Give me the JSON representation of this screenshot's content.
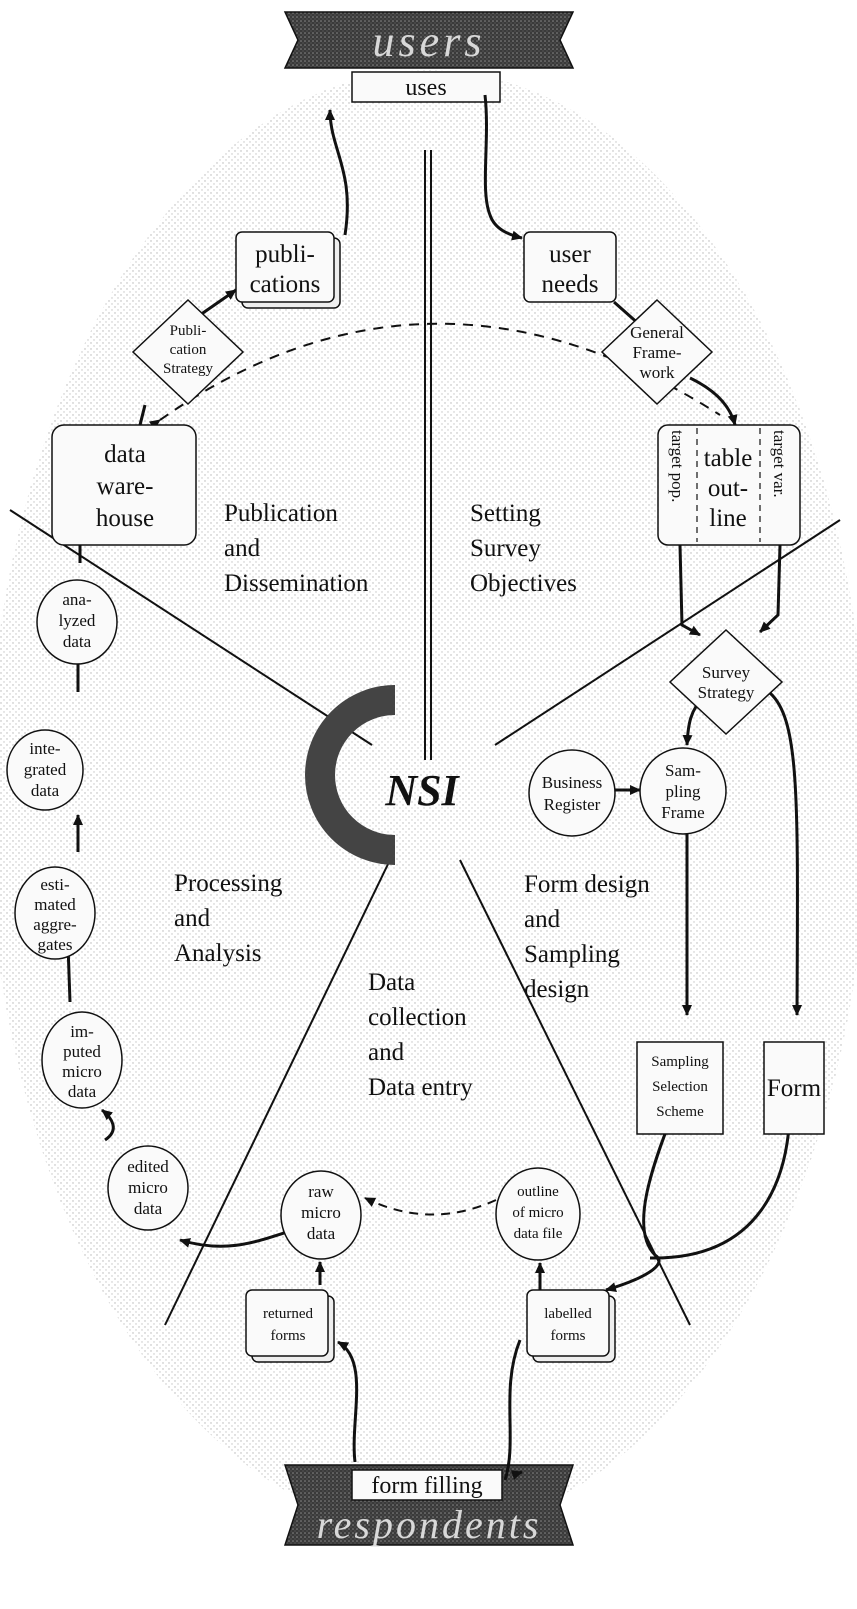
{
  "top_banner": {
    "title": "users",
    "sub": "uses"
  },
  "bottom_banner": {
    "title": "respondents",
    "sub": "form filling"
  },
  "center": {
    "label": "NSI"
  },
  "sections": {
    "publication": [
      "Publication",
      "and",
      "Dissemination"
    ],
    "objectives": [
      "Setting",
      "Survey",
      "Objectives"
    ],
    "processing": [
      "Processing",
      "and",
      "Analysis"
    ],
    "collection": [
      "Data",
      "collection",
      "and",
      "Data entry"
    ],
    "form_design": [
      "Form design",
      "and",
      "Sampling",
      "design"
    ]
  },
  "nodes": {
    "publications": [
      "publi-",
      "cations"
    ],
    "publication_strategy": [
      "Publi-",
      "cation",
      "Strategy"
    ],
    "data_warehouse": [
      "data",
      "ware-",
      "house"
    ],
    "user_needs": [
      "user",
      "needs"
    ],
    "general_framework": [
      "General",
      "Frame-",
      "work"
    ],
    "target_pop": "target pop.",
    "table_outline": [
      "table",
      "out-",
      "line"
    ],
    "target_var": "target var.",
    "survey_strategy": [
      "Survey",
      "Strategy"
    ],
    "business_register": [
      "Business",
      "Register"
    ],
    "sampling_frame": [
      "Sam-",
      "pling",
      "Frame"
    ],
    "sampling_selection_scheme": [
      "Sampling",
      "Selection",
      "Scheme"
    ],
    "form": "Form",
    "analyzed_data": [
      "ana-",
      "lyzed",
      "data"
    ],
    "integrated_data": [
      "inte-",
      "grated",
      "data"
    ],
    "estimated_aggregates": [
      "esti-",
      "mated",
      "aggre-",
      "gates"
    ],
    "imputed_micro_data": [
      "im-",
      "puted",
      "micro",
      "data"
    ],
    "edited_micro_data": [
      "edited",
      "micro",
      "data"
    ],
    "raw_micro_data": [
      "raw",
      "micro",
      "data"
    ],
    "outline_micro_data_file": [
      "outline",
      "of micro",
      "data file"
    ],
    "returned_forms": [
      "returned",
      "forms"
    ],
    "labelled_forms": [
      "labelled",
      "forms"
    ]
  }
}
